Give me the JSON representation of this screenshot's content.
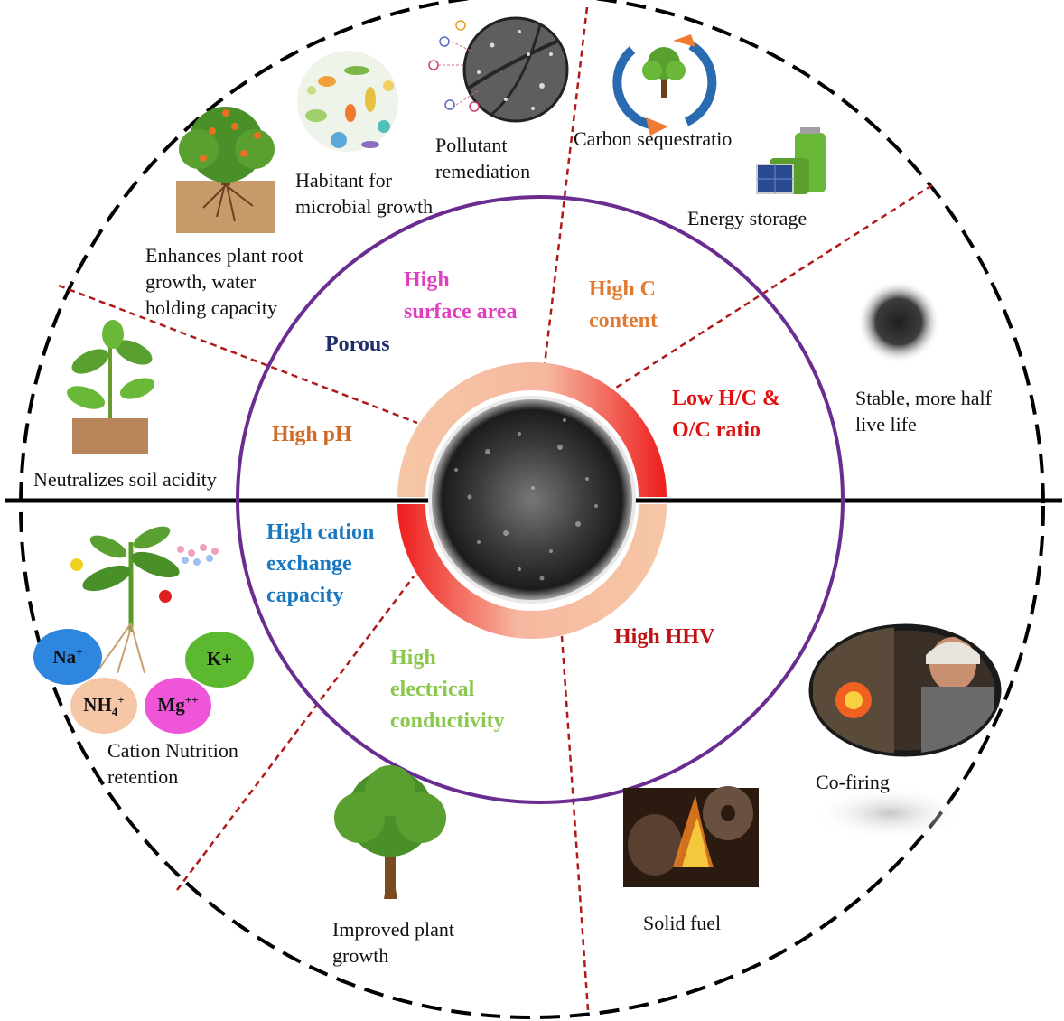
{
  "center_image": "biochar-granules",
  "properties": {
    "porous": "Porous",
    "surface_area": [
      "High",
      "surface area"
    ],
    "c_content": [
      "High C",
      "content"
    ],
    "hc_ratio": [
      "Low H/C &",
      "O/C ratio"
    ],
    "ph": "High pH",
    "cec": [
      "High cation",
      "exchange",
      "capacity"
    ],
    "hhv": "High HHV",
    "conductivity": [
      "High",
      "electrical",
      "conductivity"
    ]
  },
  "applications": {
    "microbial": [
      "Habitant for",
      "microbial growth"
    ],
    "pollutant": [
      "Pollutant",
      "remediation"
    ],
    "carbon": "Carbon sequestratio",
    "energy": "Energy storage",
    "root": [
      "Enhances plant root",
      "growth, water",
      "holding capacity"
    ],
    "stable": [
      "Stable, more half",
      "live life"
    ],
    "acidity": "Neutralizes soil acidity",
    "cation": [
      "Cation Nutrition",
      "retention"
    ],
    "plant_growth": [
      "Improved plant",
      "growth"
    ],
    "solid_fuel": "Solid fuel",
    "cofiring": "Co-firing"
  },
  "ions": {
    "na": {
      "base": "Na",
      "sup": "+"
    },
    "k": {
      "base": "K+"
    },
    "nh4": {
      "base": "NH",
      "sub": "4",
      "sup": "+"
    },
    "mg": {
      "base": "Mg",
      "sup": "++"
    }
  },
  "icons": [
    "microbe-cluster-icon",
    "microscope-image-icon",
    "carbon-cycle-icon",
    "battery-icon",
    "fruit-tree-icon",
    "seedling-icon",
    "biochar-granule-icon",
    "nutrient-plant-icon",
    "tree-icon",
    "burning-briquette-icon",
    "furnace-worker-icon"
  ],
  "colors": {
    "ring": "#6a2c91",
    "divider": "#b01a1a",
    "porous": "#1f2d6b",
    "surface_area": "#e040c0",
    "c_content": "#e07a30",
    "hc_ratio": "#e01010",
    "ph": "#d06a25",
    "cec": "#1a78c0",
    "hhv": "#c01010",
    "conductivity": "#8cc850",
    "na_ion": "#2e86de",
    "k_ion": "#5cb82e",
    "nh4_ion": "#f6c7a6",
    "mg_ion": "#ee55d8"
  }
}
